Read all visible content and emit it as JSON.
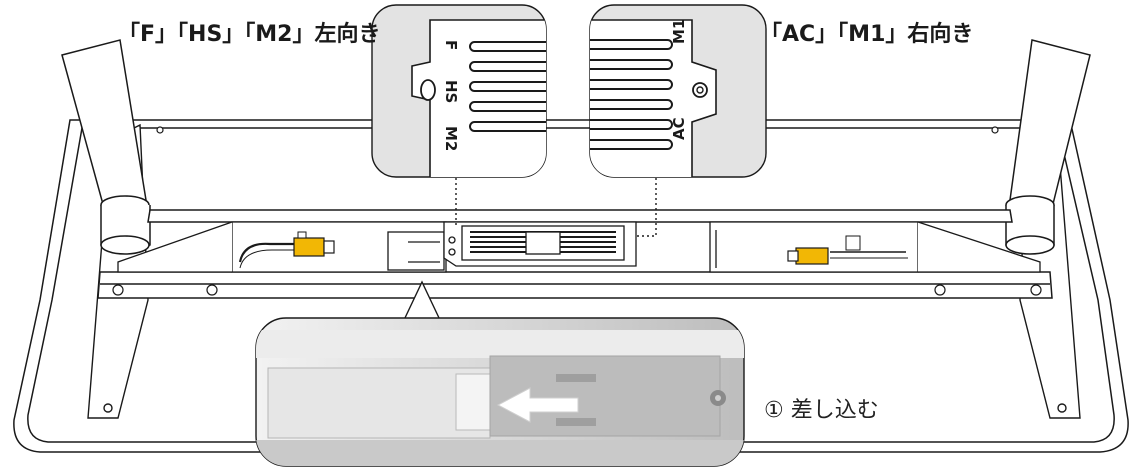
{
  "labels": {
    "left_orientation": "「F」「HS」「M2」左向き",
    "right_orientation": "「AC」「M1」右向き",
    "step": "① 差し込む"
  },
  "ports_left": {
    "f": "F",
    "hs": "HS",
    "m2": "M2"
  },
  "ports_right": {
    "m1": "M1",
    "ac": "AC"
  },
  "colors": {
    "line": "#1a1a1a",
    "cable_connector": "#f2b705",
    "callout_bg": "#e3e3e3",
    "photo_bg": "#dcdcdc",
    "arrow": "#ffffff"
  }
}
